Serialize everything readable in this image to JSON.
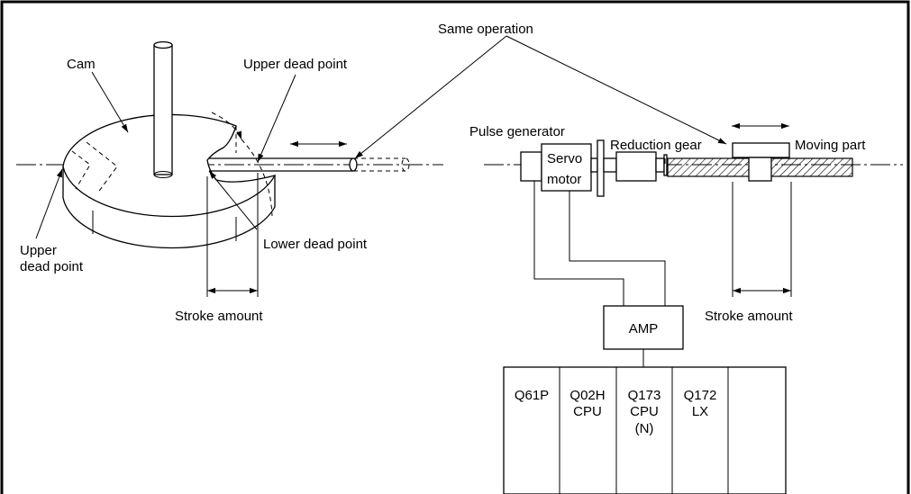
{
  "labels": {
    "same_operation": "Same operation",
    "cam": "Cam",
    "upper_dead_point_top": "Upper dead point",
    "lower_dead_point": "Lower dead point",
    "upper_dead_point_left_1": "Upper",
    "upper_dead_point_left_2": "dead point",
    "stroke_amount_left": "Stroke amount",
    "pulse_generator": "Pulse generator",
    "servo_1": "Servo",
    "servo_2": "motor",
    "reduction_gear": "Reduction gear",
    "moving_part": "Moving part",
    "stroke_amount_right": "Stroke amount",
    "amp": "AMP"
  },
  "modules": [
    {
      "lines": [
        "Q61P"
      ]
    },
    {
      "lines": [
        "Q02H",
        "CPU"
      ]
    },
    {
      "lines": [
        "Q173",
        "CPU",
        "(N)"
      ]
    },
    {
      "lines": [
        "Q172",
        "LX"
      ]
    },
    {
      "lines": []
    }
  ]
}
